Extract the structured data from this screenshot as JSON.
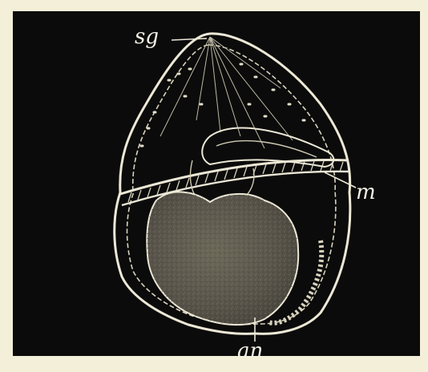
{
  "figure": {
    "labels": {
      "sg": "sg",
      "m": "m",
      "an": "an"
    },
    "colors": {
      "background": "#0b0b0b",
      "paper": "#f3efd8",
      "line": "#ece8d6",
      "body_mass": "#5e5a4c"
    }
  }
}
